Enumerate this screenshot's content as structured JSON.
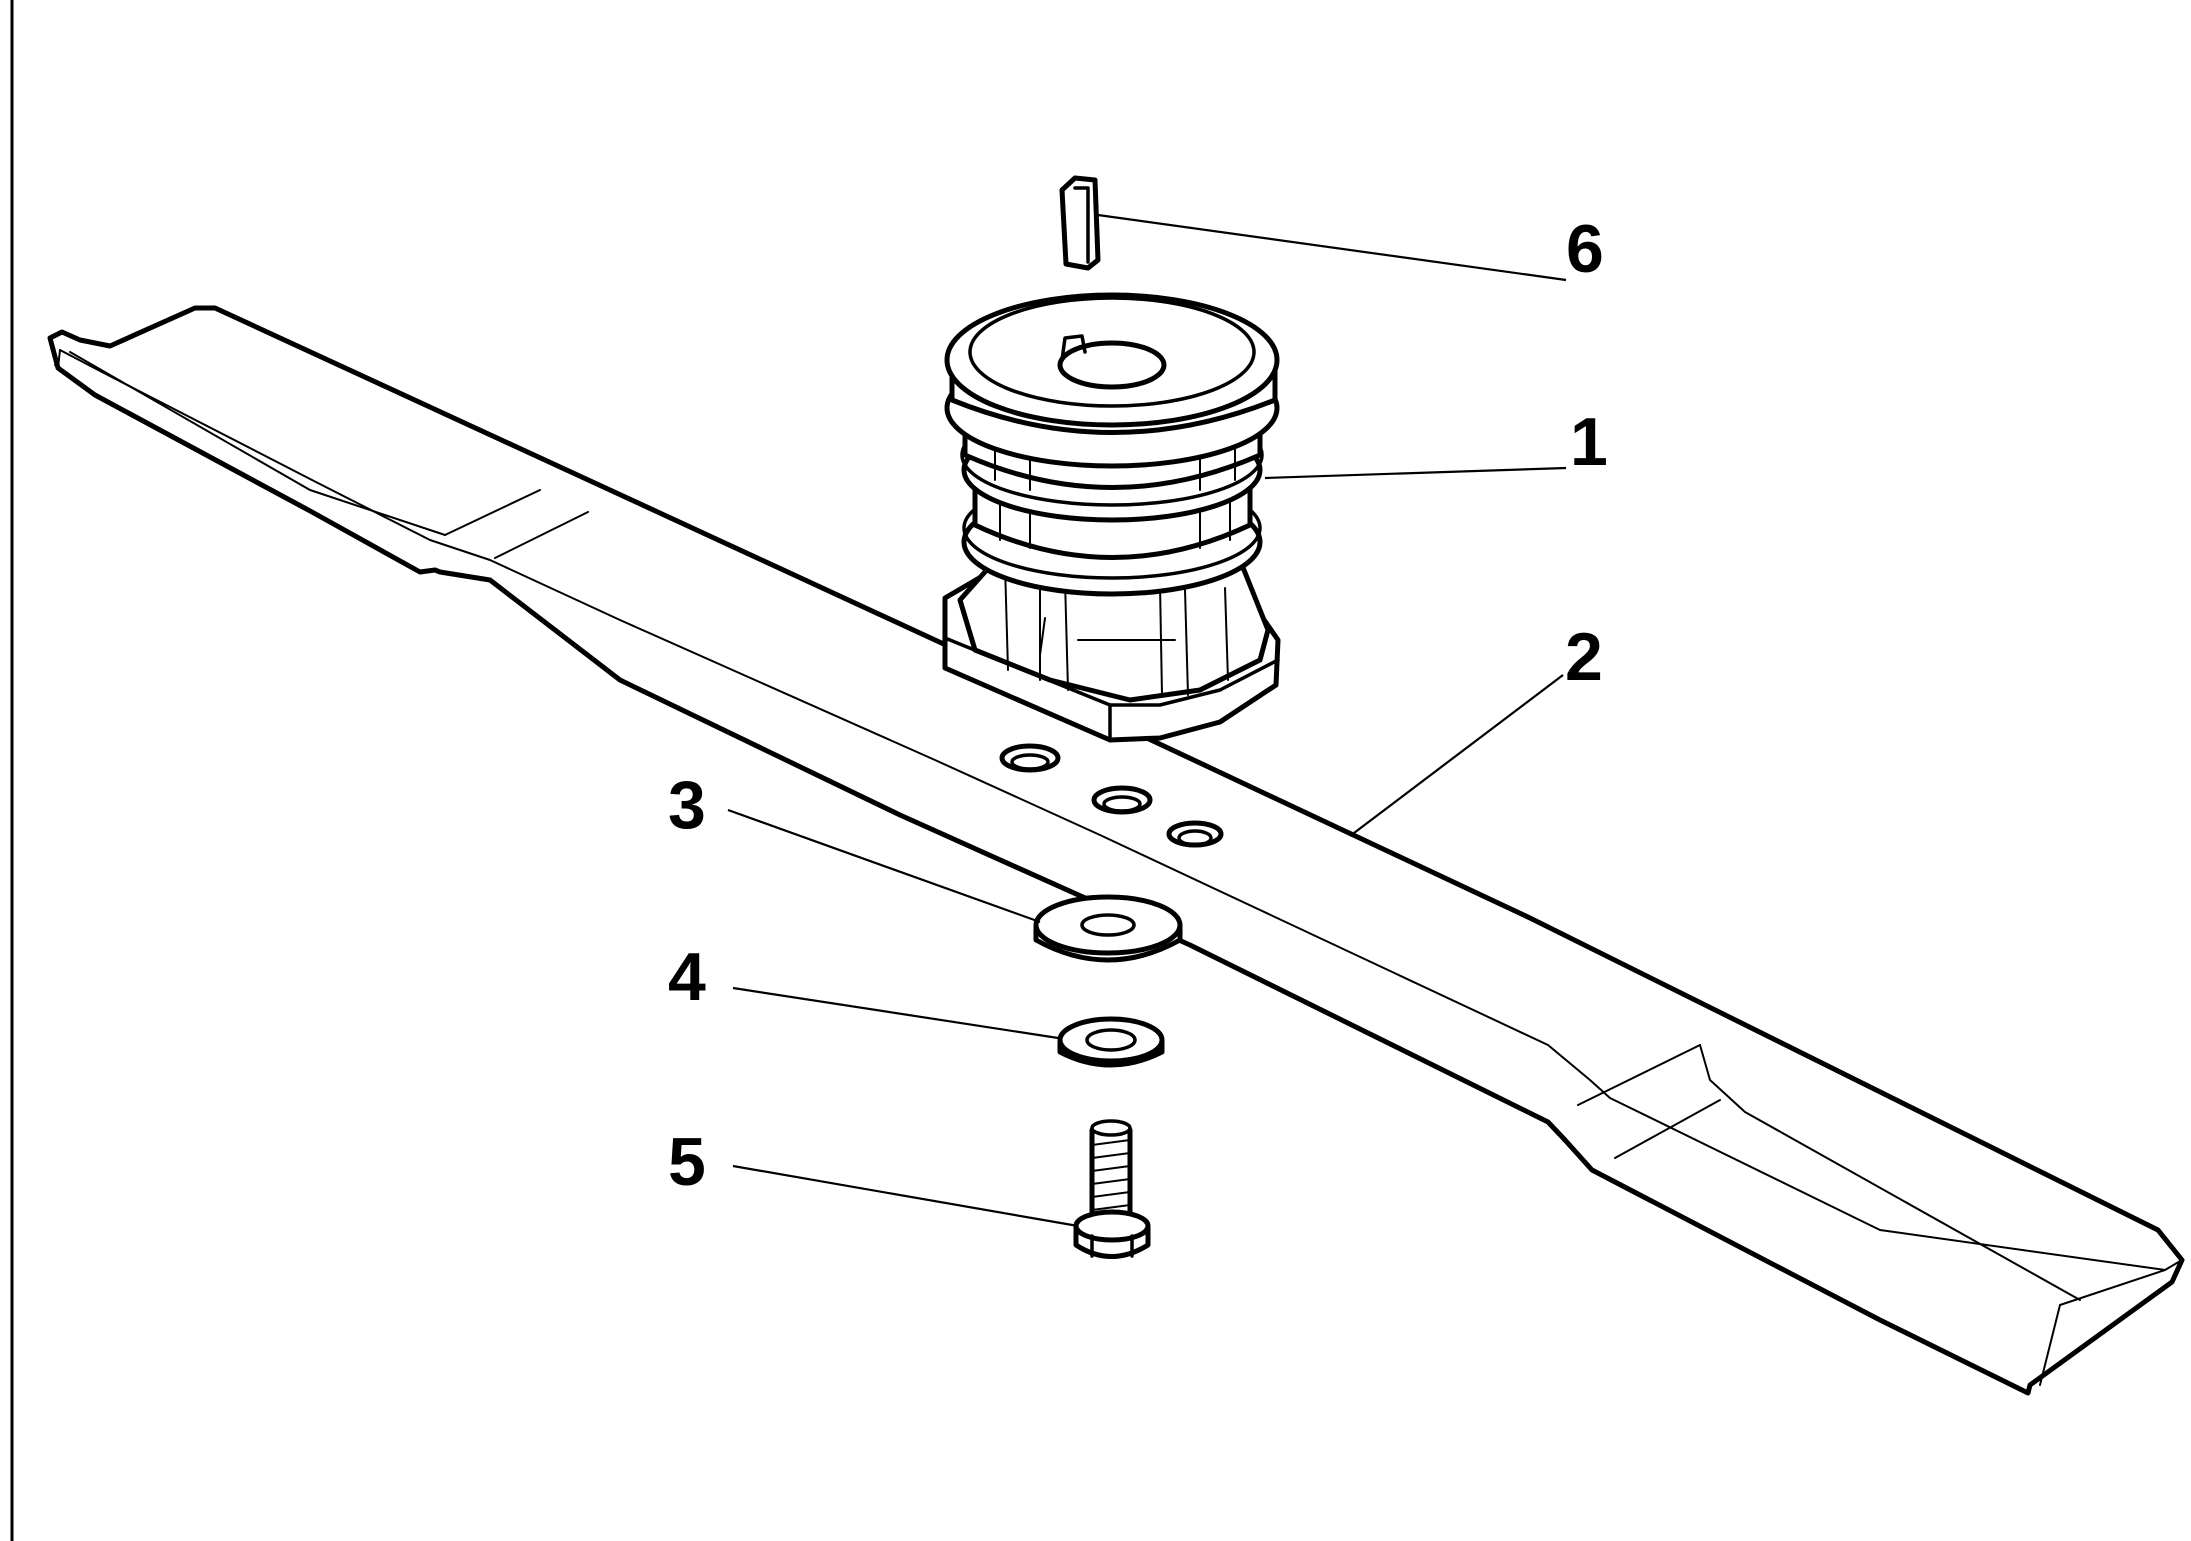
{
  "callouts": [
    {
      "id": "key",
      "label": "6"
    },
    {
      "id": "pulley-hub",
      "label": "1"
    },
    {
      "id": "blade",
      "label": "2"
    },
    {
      "id": "large-washer",
      "label": "3"
    },
    {
      "id": "small-washer",
      "label": "4"
    },
    {
      "id": "bolt",
      "label": "5"
    }
  ],
  "colors": {
    "ink": "#000000",
    "paper": "#ffffff"
  }
}
